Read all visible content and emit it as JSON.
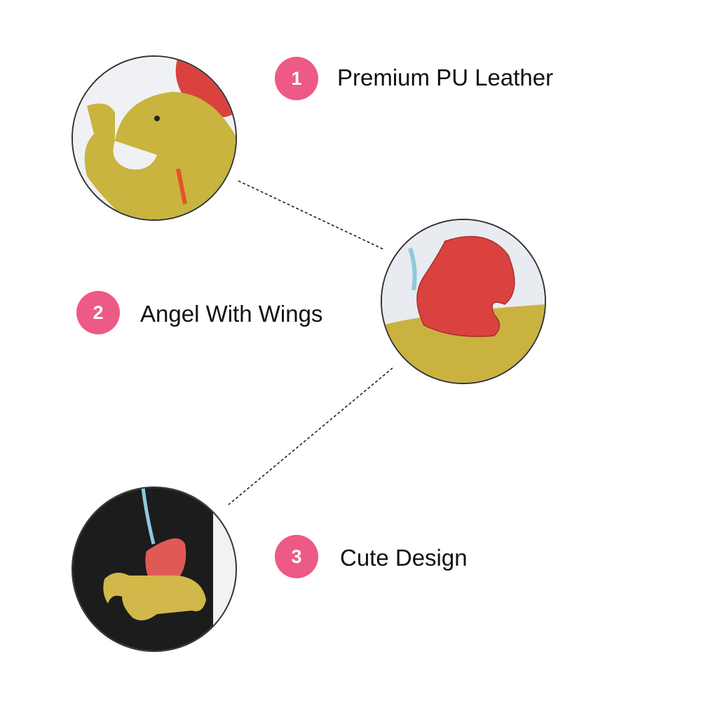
{
  "accent_color": "#ec5a85",
  "features": [
    {
      "number": "1",
      "title": "Premium PU Leather"
    },
    {
      "number": "2",
      "title": "Angel With Wings"
    },
    {
      "number": "3",
      "title": "Cute Design"
    }
  ]
}
